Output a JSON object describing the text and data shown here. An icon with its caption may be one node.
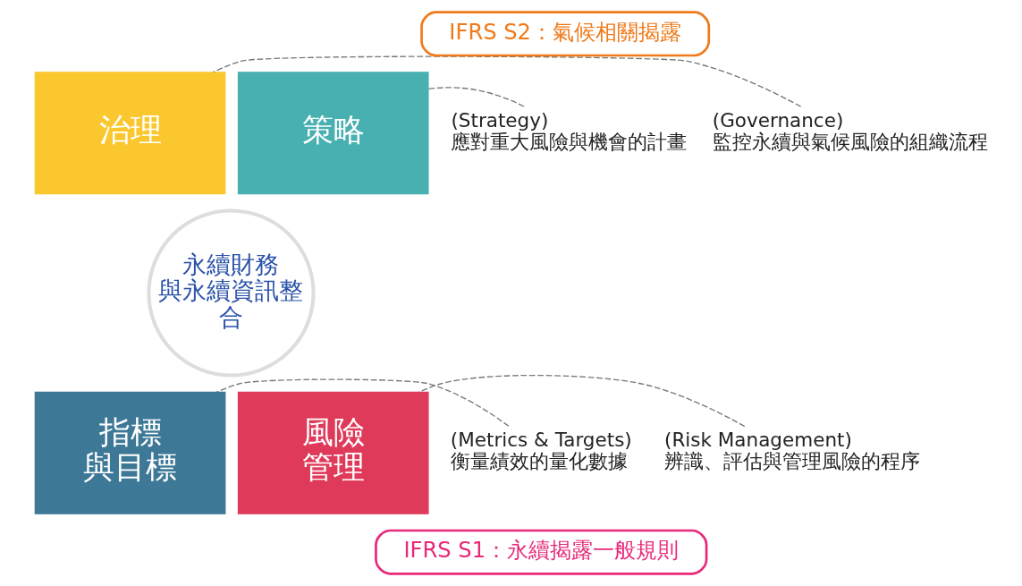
{
  "diagram": {
    "nodes": [
      {
        "text": [
          "治理"
        ]
      },
      {
        "text": [
          "策略"
        ]
      },
      {
        "text": [
          "指標與目標"
        ]
      },
      {
        "text": [
          "風險管理"
        ]
      },
      {
        "text": [
          "永續財務與永續資訊整合"
        ]
      },
      {
        "text": [
          "(Governance)",
          "監控永續與氣候風險的組織流程"
        ]
      },
      {
        "text": [
          "(Strategy)",
          "應對重大風險與機會的計畫"
        ]
      },
      {
        "text": [
          "(Metrics & Targets)",
          "衡量績效的量化數據"
        ]
      },
      {
        "text": [
          "(Risk Management)",
          "辨識、評估與管理風險的程序"
        ]
      },
      {
        "text": [
          "IFRS S2：氣候相關揭露"
        ]
      },
      {
        "text": [
          "IFRS S1：永續揭露一般規則"
        ]
      }
    ],
    "edges": [
      {
        "from": 5,
        "to": 0,
        "arrow": "none",
        "style": "dashed"
      },
      {
        "from": 6,
        "to": 1,
        "arrow": "none",
        "style": "dashed"
      },
      {
        "from": 7,
        "to": 2,
        "arrow": "none",
        "style": "dashed"
      },
      {
        "from": 8,
        "to": 3,
        "arrow": "none",
        "style": "dashed"
      }
    ]
  }
}
